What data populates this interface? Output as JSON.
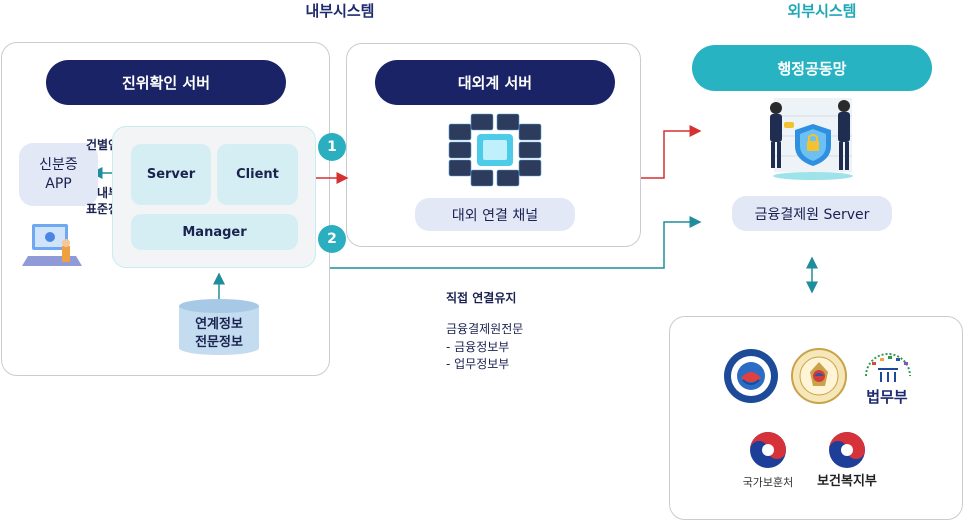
{
  "sections": {
    "internal": "내부시스템",
    "external": "외부시스템"
  },
  "auth_server": {
    "title": "진위확인 서버",
    "id_app": "신분증\nAPP",
    "link_label": "건별연결",
    "std_msg_label": "내부\n표준전문",
    "server": "Server",
    "client": "Client",
    "manager": "Manager",
    "db": "연계정보\n전문정보"
  },
  "ext_server": {
    "title": "대외계 서버",
    "channel": "대외 연결 채널"
  },
  "markers": [
    "1",
    "2"
  ],
  "gov_network": {
    "title": "행정공동망",
    "server": "금융결제원 Server"
  },
  "direct_link": {
    "title": "직접 연결유지",
    "lines": [
      "금융결제원전문",
      "- 금융정보부",
      "- 업무정보부"
    ]
  },
  "agencies": {
    "moj": "법무부",
    "mpva": "국가보훈처",
    "mohw": "보건복지부"
  },
  "colors": {
    "navy": "#1a2366",
    "teal": "#27b3c1",
    "arrow_red": "#d63031",
    "arrow_teal": "#1f8d9b"
  }
}
